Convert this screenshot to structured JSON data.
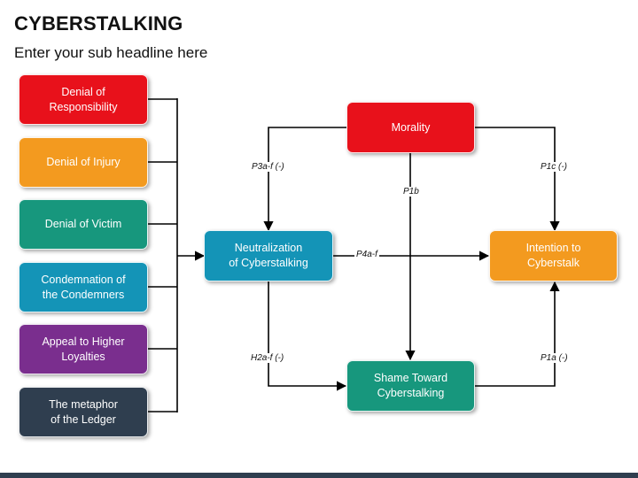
{
  "header": {
    "title": "CYBERSTALKING",
    "subtitle": "Enter your sub headline here"
  },
  "colors": {
    "red": "#e8111b",
    "orange": "#f39a1f",
    "teal": "#17977d",
    "blue": "#1494b7",
    "purple": "#7a2e8e",
    "navy": "#2f3e4f",
    "line": "#000000"
  },
  "left_boxes": [
    {
      "label": "Denial of\nResponsibility",
      "color": "red"
    },
    {
      "label": "Denial of Injury",
      "color": "orange"
    },
    {
      "label": "Denial of Victim",
      "color": "teal"
    },
    {
      "label": "Condemnation of\nthe Condemners",
      "color": "blue"
    },
    {
      "label": "Appeal to Higher\nLoyalties",
      "color": "purple"
    },
    {
      "label": "The metaphor\nof the Ledger",
      "color": "navy"
    }
  ],
  "nodes": {
    "morality": {
      "label": "Morality",
      "color": "red"
    },
    "neutralization": {
      "label": "Neutralization\nof Cyberstalking",
      "color": "blue"
    },
    "intention": {
      "label": "Intention to\nCyberstalk",
      "color": "orange"
    },
    "shame": {
      "label": "Shame Toward\nCyberstalking",
      "color": "teal"
    }
  },
  "edge_labels": {
    "p3a": "P3a-f (-)",
    "p1c": "P1c (-)",
    "p1b": "P1b",
    "p4a": "P4a-f",
    "h2a": "H2a-f (-)",
    "p1a": "P1a (-)"
  }
}
